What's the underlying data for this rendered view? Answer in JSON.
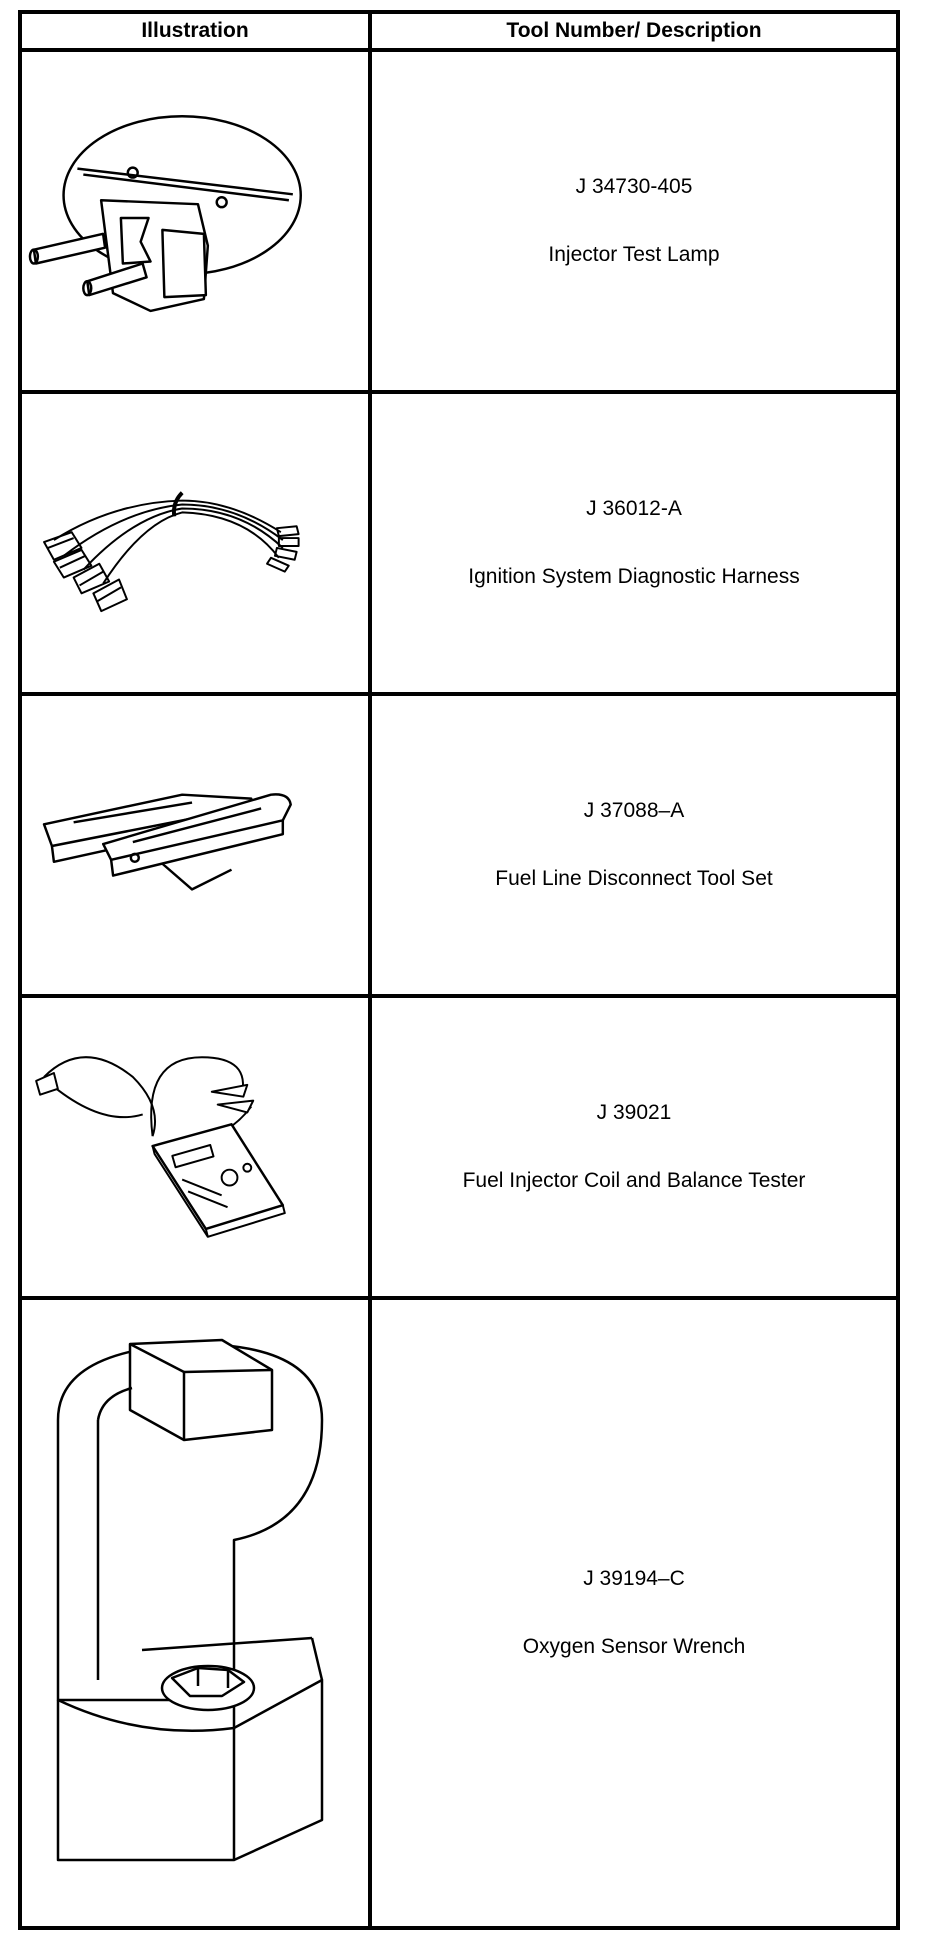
{
  "table": {
    "headers": {
      "illustration": "Illustration",
      "tool": "Tool Number/ Description"
    },
    "rows": [
      {
        "tool_number": "J 34730-405",
        "description": "Injector Test Lamp",
        "icon": "injector-test-lamp-icon"
      },
      {
        "tool_number": "J 36012-A",
        "description": "Ignition System Diagnostic Harness",
        "icon": "diagnostic-harness-icon"
      },
      {
        "tool_number": "J 37088–A",
        "description": "Fuel Line Disconnect Tool Set",
        "icon": "disconnect-tool-icon"
      },
      {
        "tool_number": "J 39021",
        "description": "Fuel Injector Coil and Balance Tester",
        "icon": "balance-tester-icon"
      },
      {
        "tool_number": "J 39194–C",
        "description": "Oxygen Sensor Wrench",
        "icon": "oxygen-sensor-wrench-icon"
      }
    ]
  }
}
